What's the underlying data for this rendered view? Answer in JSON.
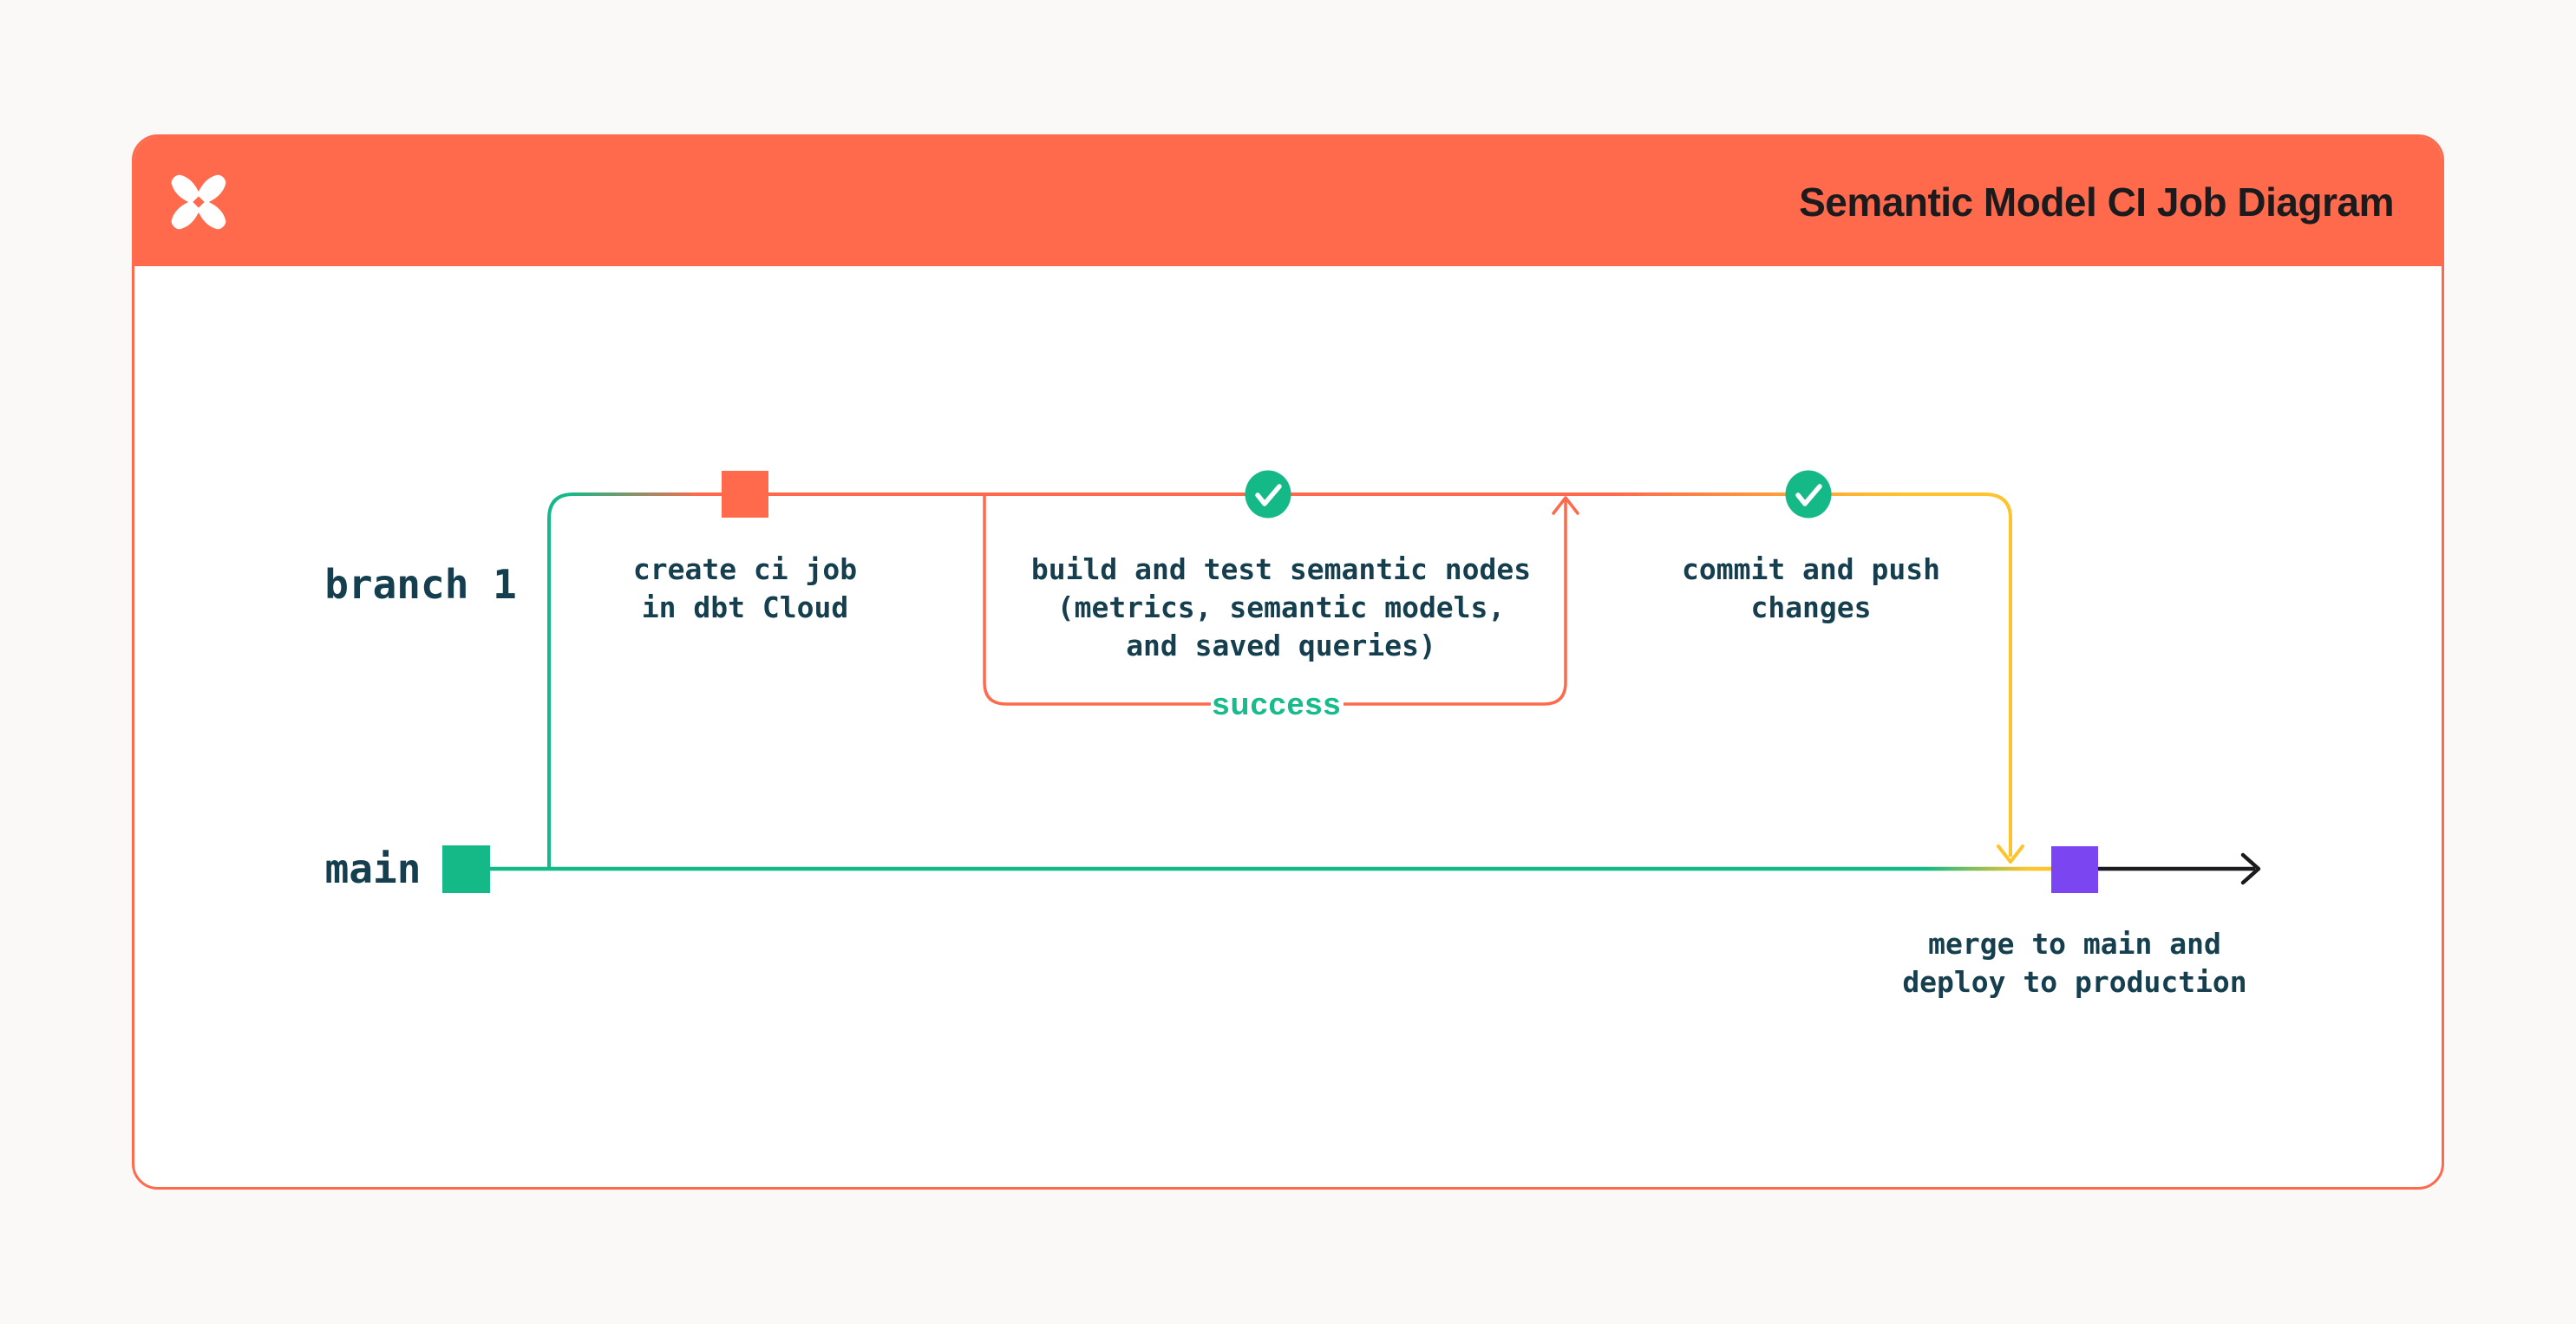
{
  "header": {
    "title": "Semantic Model CI Job Diagram",
    "background_color": "#ff6a4c",
    "logo_icon": "dbt-logo"
  },
  "diagram": {
    "branch_labels": {
      "branch1": "branch 1",
      "main": "main"
    },
    "nodes": {
      "create": {
        "marker": "orange-commit-square",
        "lines": [
          "create ci job",
          "in dbt Cloud"
        ]
      },
      "build": {
        "marker": "check-icon",
        "lines": [
          "build and test semantic nodes",
          "(metrics, semantic models,",
          "and saved queries)"
        ]
      },
      "commit": {
        "marker": "check-icon",
        "lines": [
          "commit and push",
          "changes"
        ]
      },
      "merge": {
        "marker": "purple-commit-square",
        "lines": [
          "merge to main and",
          "deploy to production"
        ]
      }
    },
    "loop_label": "success",
    "icons": [
      "dbt-logo",
      "check-icon",
      "arrow-up-icon",
      "arrow-down-icon",
      "arrow-right-icon"
    ],
    "colors": {
      "orange": "#ff6a4c",
      "green": "#15b988",
      "yellow": "#ffc42d",
      "purple": "#7b45f2",
      "text_dark": "#153f4e",
      "success_green": "#17bc8d",
      "title_dark": "#1b1b1e",
      "page_background": "#faf9f7"
    }
  }
}
